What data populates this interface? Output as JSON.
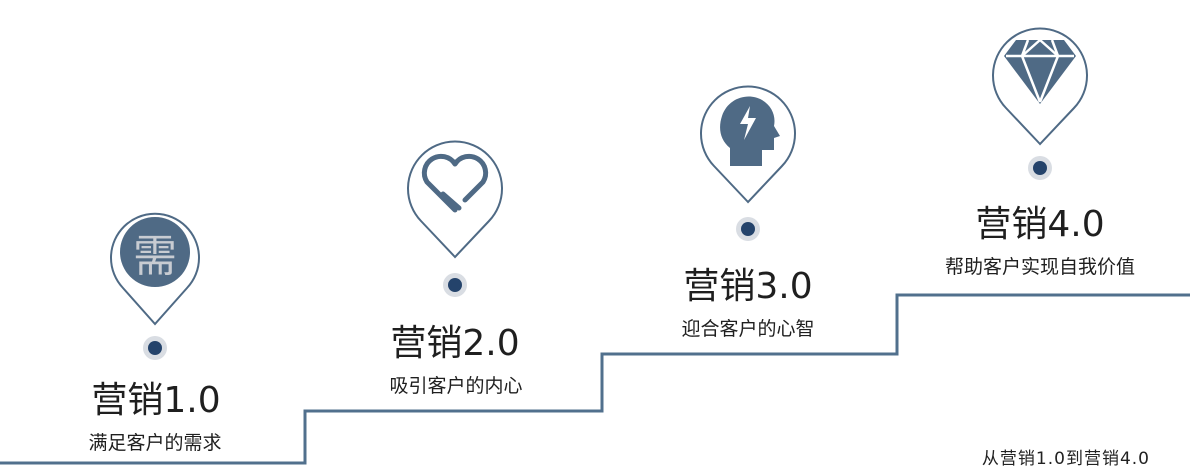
{
  "stages": [
    {
      "title": "营销1.0",
      "subtitle": "满足客户的需求",
      "icon": "xu-character-icon",
      "icon_text": "需"
    },
    {
      "title": "营销2.0",
      "subtitle": "吸引客户的内心",
      "icon": "heart-icon"
    },
    {
      "title": "营销3.0",
      "subtitle": "迎合客户的心智",
      "icon": "head-lightning-icon"
    },
    {
      "title": "营销4.0",
      "subtitle": "帮助客户实现自我价值",
      "icon": "diamond-icon"
    }
  ],
  "footer": "从营销1.0到营销4.0",
  "colors": {
    "accent": "#4f6a85",
    "dot": "#24436b",
    "stair": "#51708d"
  }
}
